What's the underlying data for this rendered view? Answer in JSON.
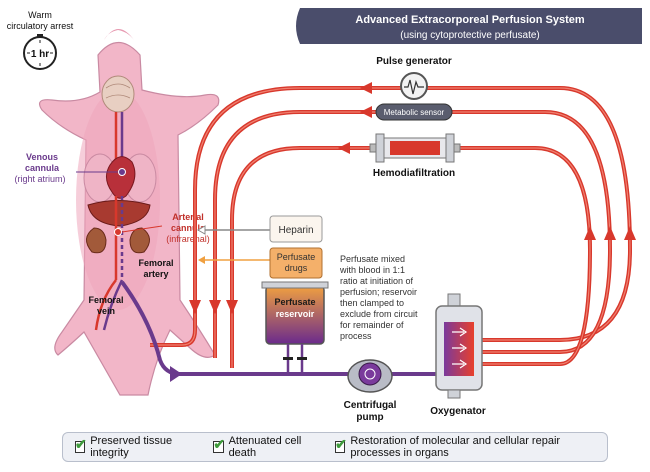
{
  "header": {
    "title": "Advanced Extracorporeal Perfusion System",
    "subtitle": "(using cytoprotective perfusate)"
  },
  "arrest": {
    "label_line1": "Warm",
    "label_line2": "circulatory arrest",
    "clock_text": "1 hr"
  },
  "labels": {
    "venous_line1": "Venous",
    "venous_line2": "cannula",
    "venous_line3": "(right atrium)",
    "arterial_line1": "Arterial",
    "arterial_line2": "cannula",
    "arterial_line3": "(infrarenal)",
    "femoral_artery_line1": "Femoral",
    "femoral_artery_line2": "artery",
    "femoral_vein_line1": "Femoral",
    "femoral_vein_line2": "vein"
  },
  "devices": {
    "pulse_generator": "Pulse generator",
    "metabolic_sensor": "Metabolic sensor",
    "hemodiafiltration": "Hemodiafiltration",
    "heparin": "Heparin",
    "perfusate_drugs_line1": "Perfusate",
    "perfusate_drugs_line2": "drugs",
    "reservoir_line1": "Perfusate",
    "reservoir_line2": "reservoir",
    "pump_line1": "Centrifugal",
    "pump_line2": "pump",
    "oxygenator": "Oxygenator"
  },
  "note": {
    "lines": [
      "Perfusate mixed",
      "with blood in 1:1",
      "ratio at initiation of",
      "perfusion; reservoir",
      "then clamped to",
      "exclude from circuit",
      "for remainder of",
      "process"
    ]
  },
  "outcomes": [
    "Preserved tissue integrity",
    "Attenuated cell death",
    "Restoration of molecular and cellular repair processes in organs"
  ],
  "colors": {
    "header_bg": "#4a4d6b",
    "arterial_red": "#d8382c",
    "venous_purple": "#6a3a8c",
    "pig_pink": "#f2b6c8",
    "check_green": "#3f9b3c"
  }
}
